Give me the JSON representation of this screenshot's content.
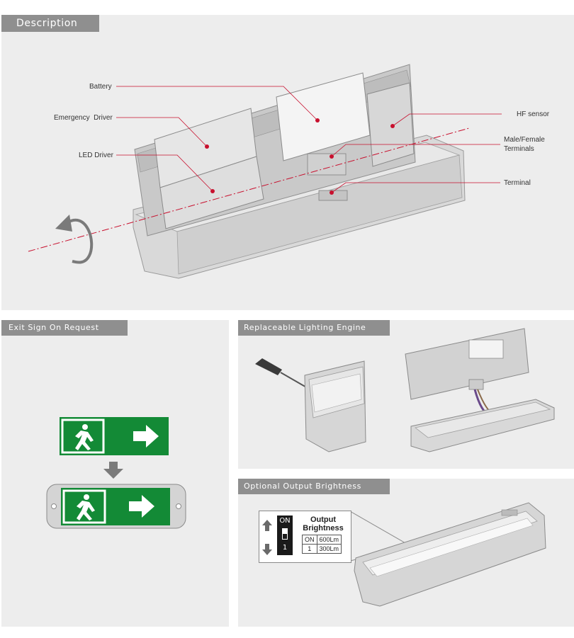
{
  "sections": {
    "description": "Description",
    "exit_sign": "Exit Sign On Request",
    "replaceable": "Replaceable Lighting Engine",
    "brightness": "Optional Output Brightness"
  },
  "callouts": {
    "battery": "Battery",
    "emergency_driver": "Emergency  Driver",
    "led_driver": "LED Driver",
    "hf_sensor": "HF sensor",
    "male_female_1": "Male/Female",
    "male_female_2": "Terminals",
    "terminal": "Terminal"
  },
  "brightness_table": {
    "title_line1": "Output",
    "title_line2": "Brightness",
    "switch_on": "ON",
    "switch_one": "1",
    "rows": [
      {
        "setting": "ON",
        "output": "600Lm"
      },
      {
        "setting": "1",
        "output": "300Lm"
      }
    ]
  },
  "colors": {
    "tab_bg": "#8f8f8f",
    "panel_bg": "#ededed",
    "callout_red": "#c8102e",
    "exit_green": "#138a36"
  }
}
